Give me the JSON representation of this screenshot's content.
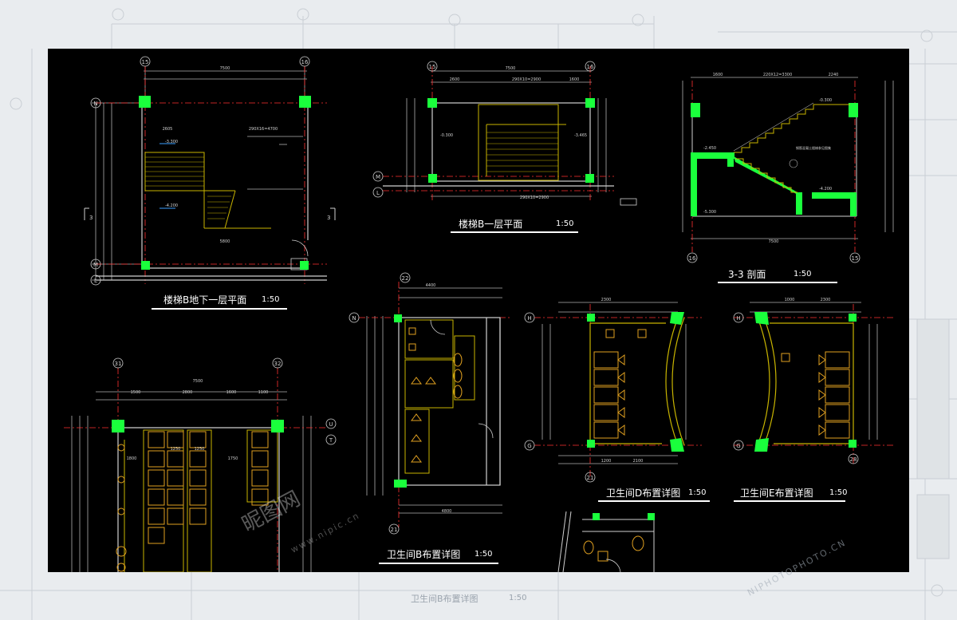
{
  "drawing": {
    "stair_plan_basement": {
      "title": "楼梯B地下一层平面",
      "scale": "1:50"
    },
    "stair_plan_first": {
      "title": "楼梯B一层平面",
      "scale": "1:50"
    },
    "section": {
      "title": "3-3 剖面",
      "scale": "1:50"
    },
    "toilet_b": {
      "title": "卫生间B布置详图",
      "scale": "1:50"
    },
    "toilet_d": {
      "title": "卫生间D布置详图",
      "scale": "1:50"
    },
    "toilet_e": {
      "title": "卫生间E布置详图",
      "scale": "1:50"
    },
    "bottom_caption": {
      "title": "卫生间B布置详图",
      "scale": "1:50"
    }
  },
  "watermark": {
    "brand": "昵图网",
    "url": "www.nipic.cn",
    "url2": "NIPHOTOPHOTO.CN"
  },
  "colors": {
    "background": "#000000",
    "column": "#1aff3c",
    "wall": "#c8b400",
    "fixture": "#e0a020",
    "dim": "#b0b0b0",
    "grid": "#ff3030",
    "text": "#ffffff"
  }
}
